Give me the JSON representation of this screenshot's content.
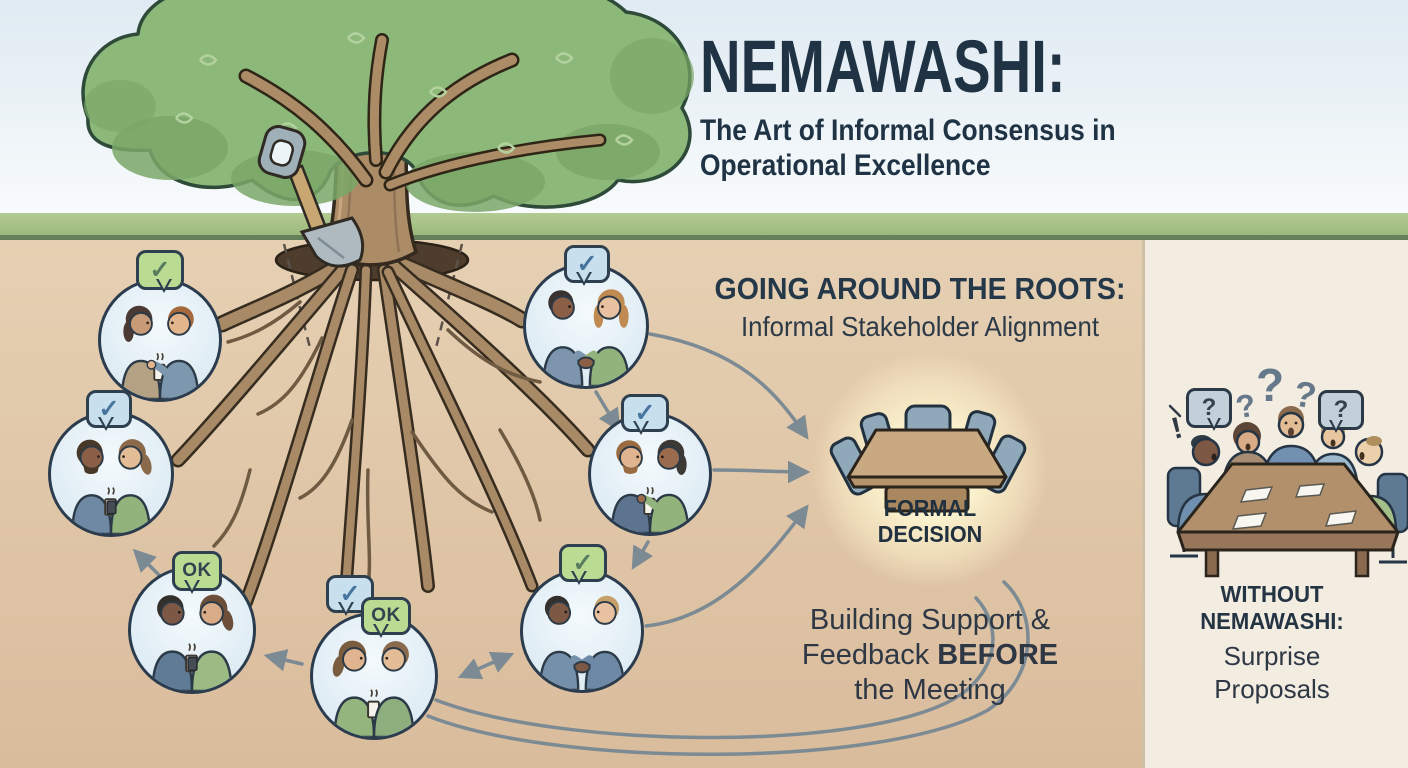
{
  "header": {
    "title": "NEMAWASHI:",
    "subtitle_line1": "The Art of Informal Consensus in",
    "subtitle_line2": "Operational Excellence"
  },
  "roots_section": {
    "heading": "GOING AROUND THE ROOTS:",
    "subheading": "Informal Stakeholder Alignment"
  },
  "decision": {
    "line1": "FORMAL",
    "line2": "DECISION"
  },
  "support": {
    "line1": "Building Support &",
    "line2_regular": "Feedback",
    "line2_bold": "BEFORE",
    "line3": "the Meeting"
  },
  "without_section": {
    "heading_line1": "WITHOUT",
    "heading_line2": "NEMAWASHI:",
    "subheading_line1": "Surprise",
    "subheading_line2": "Proposals",
    "question_mark": "?",
    "exclamation_mark": "!"
  },
  "vignettes": [
    {
      "bubble": "✓",
      "style": "green"
    },
    {
      "bubble": "✓",
      "style": "blue"
    },
    {
      "bubble": "OK",
      "style": "green"
    },
    {
      "bubble": "✓",
      "style": "blue",
      "bubble2": "OK",
      "style2": "green"
    },
    {
      "bubble": "✓",
      "style": "blue"
    },
    {
      "bubble": "✓",
      "style": "blue"
    },
    {
      "bubble": "✓",
      "style": "green"
    }
  ],
  "colors": {
    "headline_text": "#1f3345",
    "soil": "#dec5a6",
    "grass": "#a6c186",
    "right_panel": "#f2ece1",
    "decision_glow": "#fbf2cd",
    "bubble_green": "#b9dc92",
    "bubble_blue": "#c8e0ee",
    "connector_gray": "#7b8a93"
  }
}
